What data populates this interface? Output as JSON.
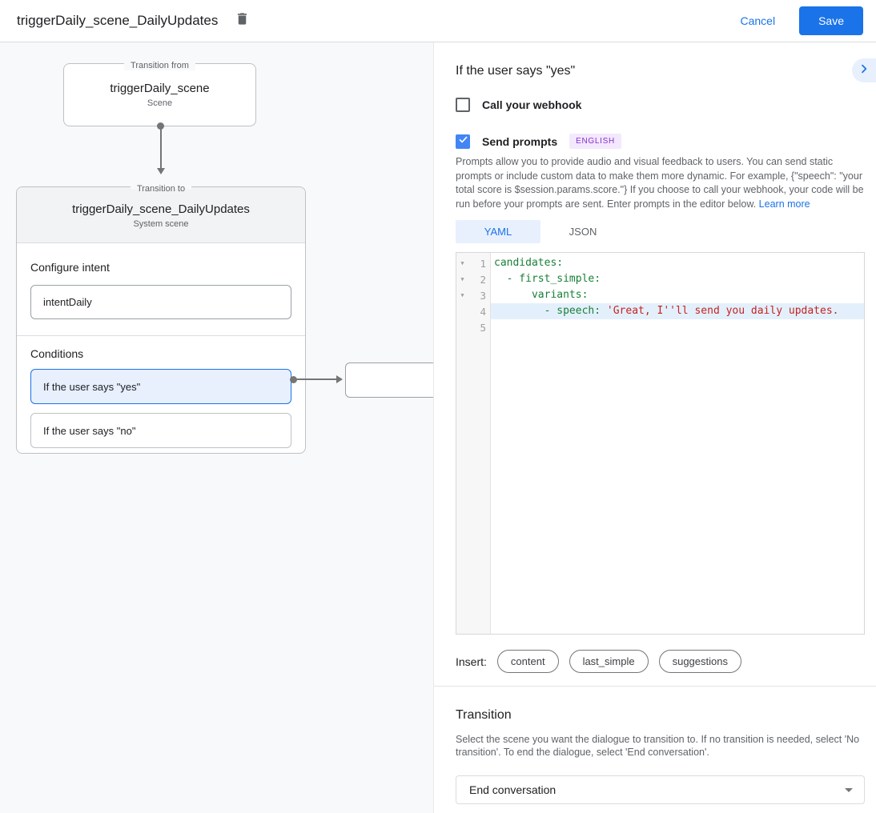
{
  "colors": {
    "accent_blue": "#1a73e8",
    "checkbox_blue": "#4285f4",
    "selected_bg": "#e8f0fe",
    "badge_purple": "#8430ce",
    "badge_bg": "#f3e8fd",
    "code_key_green": "#188038",
    "code_string_red": "#c5221f",
    "line_highlight": "#e3f0fc"
  },
  "topbar": {
    "title": "triggerDaily_scene_DailyUpdates",
    "cancel_label": "Cancel",
    "save_label": "Save"
  },
  "diagram": {
    "from_node": {
      "legend": "Transition from",
      "title": "triggerDaily_scene",
      "subtitle": "Scene"
    },
    "to_node": {
      "legend": "Transition to",
      "title": "triggerDaily_scene_DailyUpdates",
      "subtitle": "System scene",
      "configure_intent_label": "Configure intent",
      "intent_value": "intentDaily",
      "conditions_label": "Conditions",
      "conditions": [
        {
          "label": "If the user says \"yes\"",
          "selected": true
        },
        {
          "label": "If the user says \"no\"",
          "selected": false
        }
      ]
    }
  },
  "panel": {
    "heading": "If the user says \"yes\"",
    "webhook": {
      "label": "Call your webhook",
      "checked": false
    },
    "prompts": {
      "label": "Send prompts",
      "checked": true,
      "badge": "ENGLISH"
    },
    "description": "Prompts allow you to provide audio and visual feedback to users. You can send static prompts or include custom data to make them more dynamic. For example, {\"speech\": \"your total score is $session.params.score.\"} If you choose to call your webhook, your code will be run before your prompts are sent. Enter prompts in the editor below. ",
    "learn_more_label": "Learn more",
    "tabs": [
      {
        "label": "YAML",
        "active": true
      },
      {
        "label": "JSON",
        "active": false
      }
    ],
    "editor": {
      "lines": [
        {
          "num": "1",
          "fold": true,
          "hl": false,
          "segments": [
            [
              "k",
              "candidates:"
            ]
          ]
        },
        {
          "num": "2",
          "fold": true,
          "hl": false,
          "segments": [
            [
              "k",
              "  - first_simple:"
            ]
          ]
        },
        {
          "num": "3",
          "fold": true,
          "hl": false,
          "segments": [
            [
              "k",
              "      variants:"
            ]
          ]
        },
        {
          "num": "4",
          "fold": false,
          "hl": true,
          "segments": [
            [
              "k",
              "        - speech: "
            ],
            [
              "s",
              "'Great, I''ll send you daily updates."
            ]
          ]
        },
        {
          "num": "5",
          "fold": false,
          "hl": false,
          "segments": []
        }
      ]
    },
    "insert": {
      "label": "Insert:",
      "pills": [
        "content",
        "last_simple",
        "suggestions"
      ]
    },
    "transition": {
      "heading": "Transition",
      "description": "Select the scene you want the dialogue to transition to. If no transition is needed, select 'No transition'. To end the dialogue, select 'End conversation'.",
      "dropdown_value": "End conversation"
    }
  }
}
